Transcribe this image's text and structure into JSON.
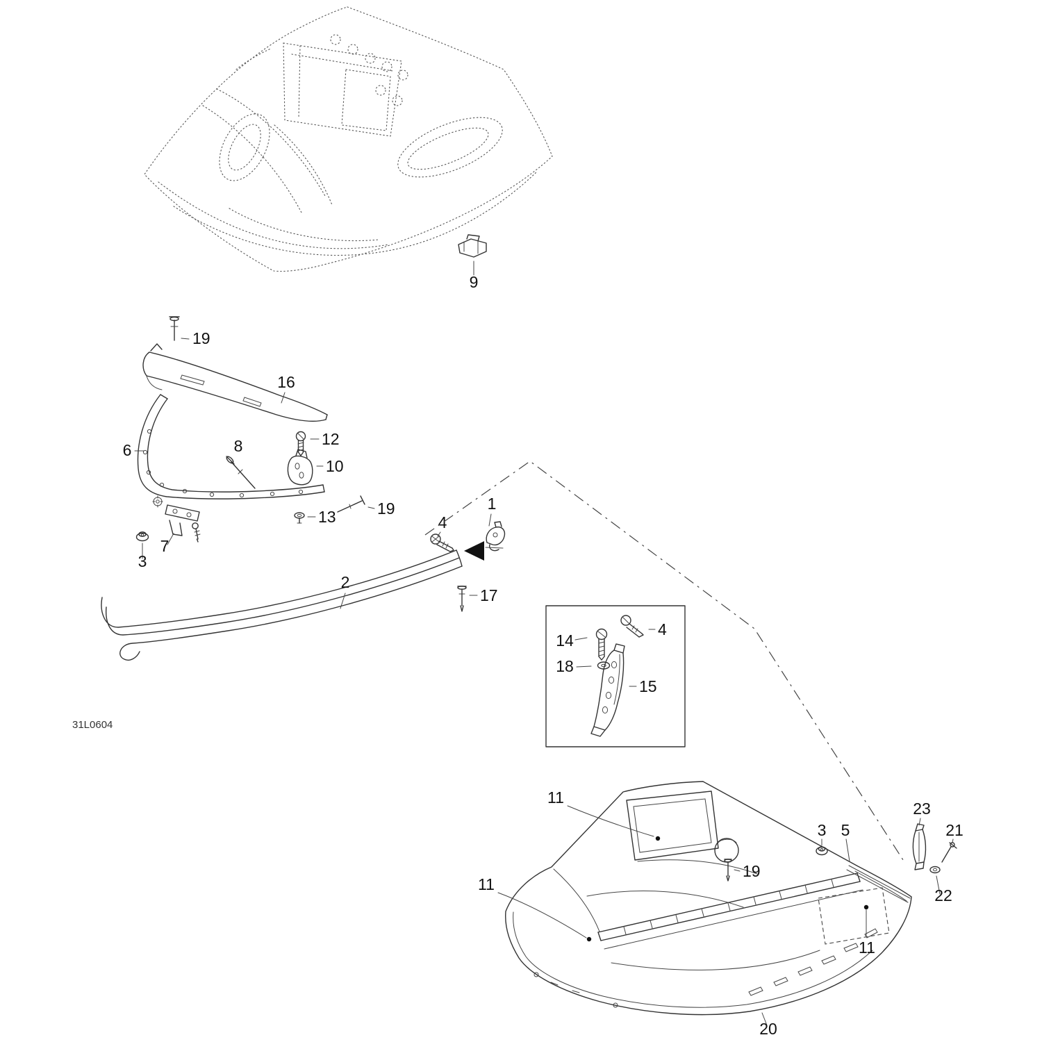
{
  "drawing_code": "31L0604",
  "labels": {
    "p1": "1",
    "p2": "2",
    "p3": "3",
    "p4": "4",
    "p5": "5",
    "p6": "6",
    "p7": "7",
    "p8": "8",
    "p9": "9",
    "p10": "10",
    "p11": "11",
    "p12": "12",
    "p13": "13",
    "p14": "14",
    "p15": "15",
    "p16": "16",
    "p17": "17",
    "p18": "18",
    "p19": "19",
    "p20": "20",
    "p21": "21",
    "p22": "22",
    "p23": "23"
  }
}
